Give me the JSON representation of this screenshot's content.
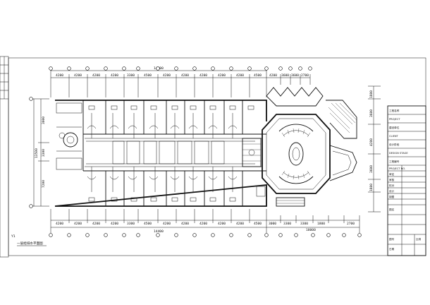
{
  "drawing": {
    "overall_top": "14400",
    "overall_bottom": "14400",
    "top_dims": [
      "4200",
      "4200",
      "4200",
      "4200",
      "3300",
      "4500",
      "4200",
      "4200",
      "4200",
      "4200",
      "4200",
      "4500"
    ],
    "top_extra": [
      "4200",
      "3600",
      "3600",
      "2700"
    ],
    "bottom_dims": [
      "4200",
      "4200",
      "4200",
      "4200",
      "3300",
      "4500",
      "4200",
      "4200",
      "4200",
      "4200",
      "4200",
      "4500"
    ],
    "bottom_extra": [
      "3000",
      "3300",
      "3300",
      "1800",
      "2700"
    ],
    "bottom_total2": "18000",
    "left_dims": [
      "3000",
      "3300",
      "7200"
    ],
    "left_total": "13500",
    "right_dims": [
      "1800",
      "3600",
      "4200",
      "3600",
      "1800"
    ],
    "plan_caption": "一层给排水平面图",
    "detail_tag": "Y1"
  },
  "title_block": {
    "rows": [
      "工程名称",
      "PROJECT",
      "建设单位",
      "CLIENT",
      "设计阶段",
      "DESIGN STAGE",
      "工程编号",
      "PROJECT NO.",
      "审定",
      "审核",
      "校对",
      "设计",
      "制图",
      "图名",
      "图号",
      "日期",
      "比例"
    ]
  }
}
